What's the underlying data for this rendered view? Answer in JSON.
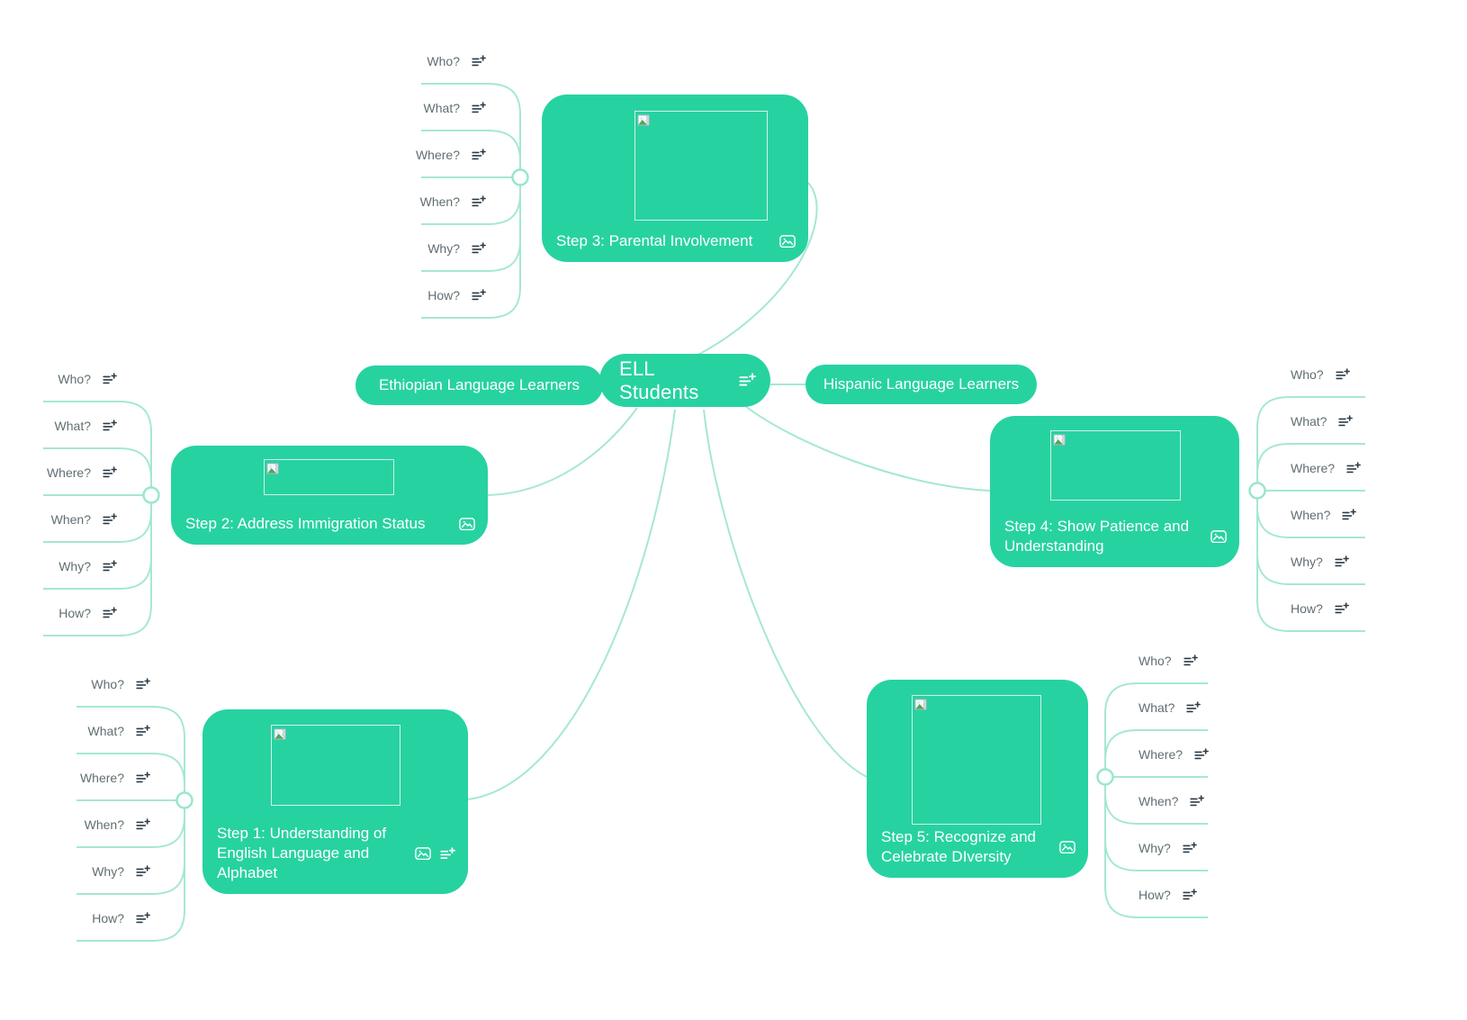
{
  "colors": {
    "node_green": "#27d2a1",
    "edge_green": "#a5e8d1",
    "connector_fill": "#ffffff",
    "question_text": "#5f6e72",
    "icon_dark": "#2c3b47",
    "node_text": "#ffffff"
  },
  "central_node": {
    "label": "ELL Students",
    "icon": "note-add-icon"
  },
  "side_pills": [
    {
      "label": "Ethiopian Language Learners"
    },
    {
      "label": "Hispanic Language Learners"
    }
  ],
  "steps": [
    {
      "title": "Step 1: Understanding of English Language and Alphabet",
      "has_image_placeholder": true,
      "icons": [
        "image-icon",
        "note-add-icon"
      ]
    },
    {
      "title": "Step 2: Address Immigration Status",
      "has_image_placeholder": true,
      "icons": [
        "image-icon"
      ]
    },
    {
      "title": "Step 3: Parental Involvement",
      "has_image_placeholder": true,
      "icons": [
        "image-icon"
      ]
    },
    {
      "title": "Step 4: Show Patience and Understanding",
      "has_image_placeholder": true,
      "icons": [
        "image-icon"
      ]
    },
    {
      "title": "Step 5: Recognize and Celebrate DIversity",
      "has_image_placeholder": true,
      "icons": [
        "image-icon"
      ]
    }
  ],
  "question_labels": [
    "Who?",
    "What?",
    "Where?",
    "When?",
    "Why?",
    "How?"
  ],
  "question_icon": "note-add-icon"
}
